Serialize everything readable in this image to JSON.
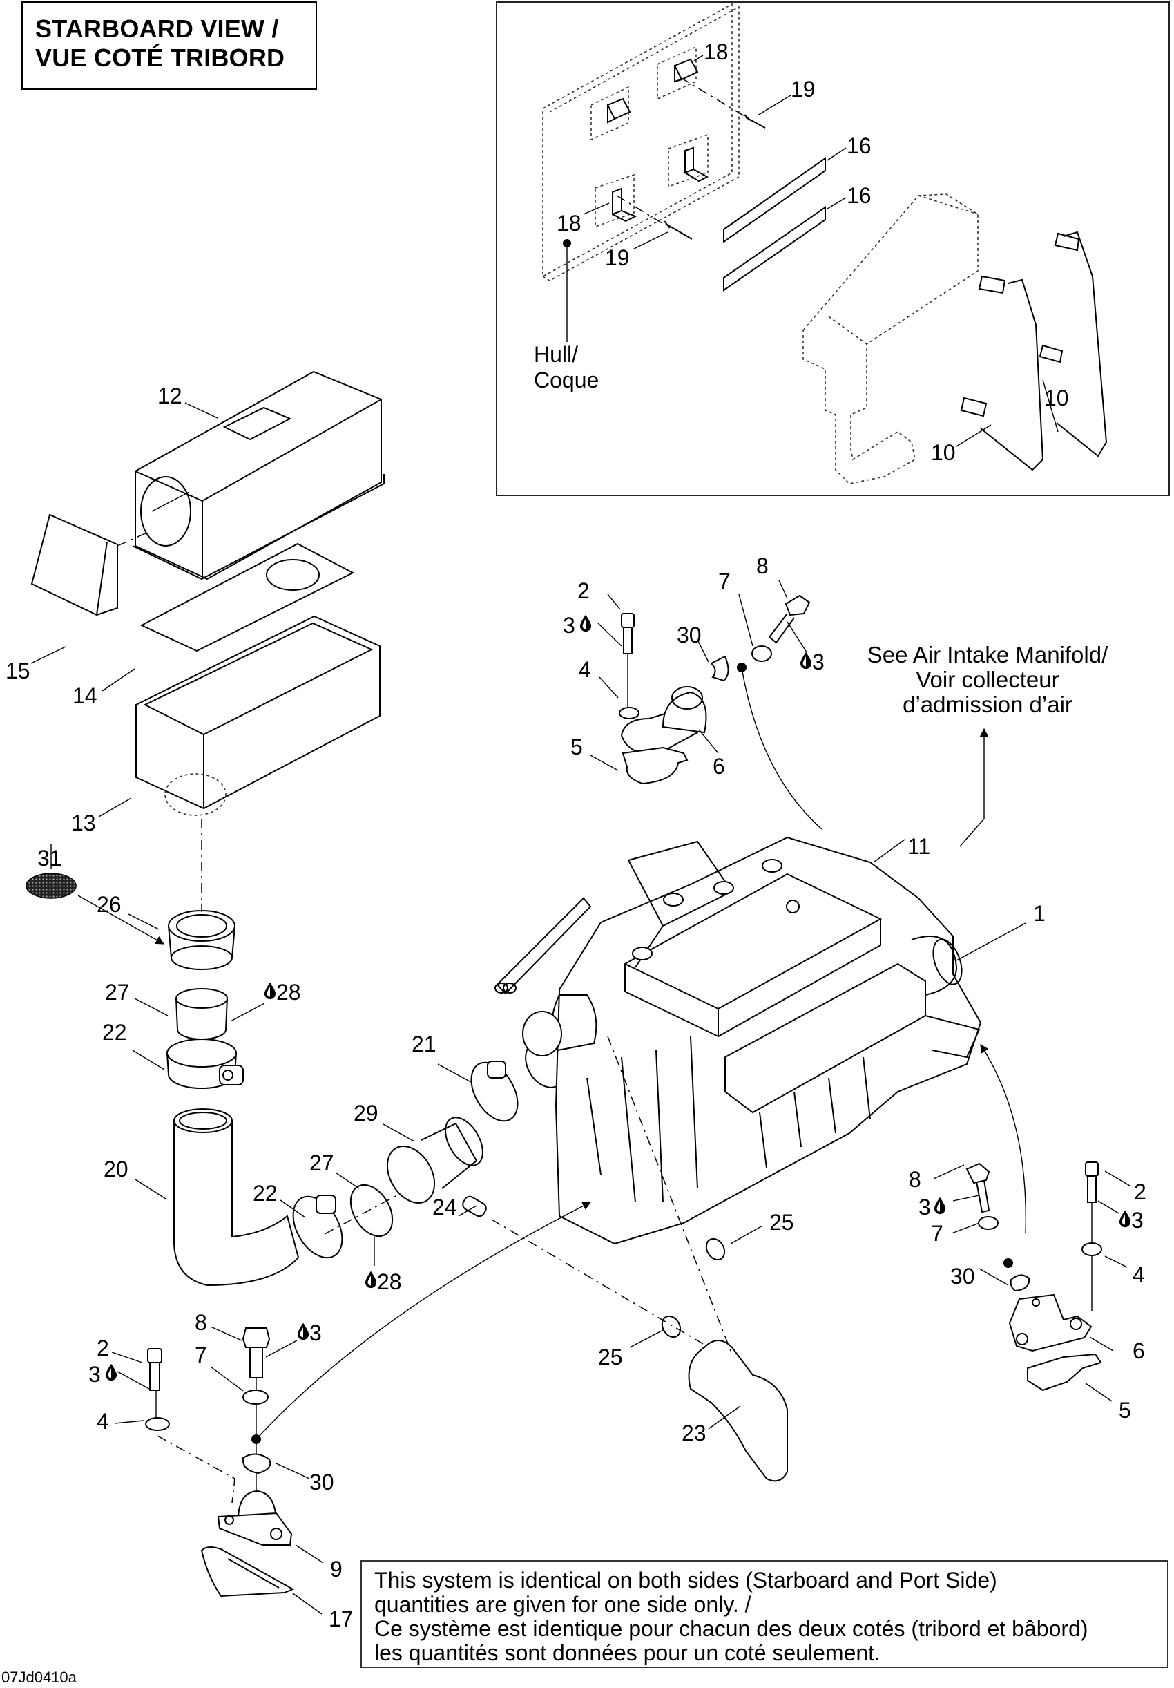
{
  "title": {
    "line1": "STARBOARD VIEW /",
    "line2": "VUE COTÉ TRIBORD"
  },
  "inset": {
    "hull_label_line1": "Hull/",
    "hull_label_line2": "Coque",
    "callouts": [
      "18",
      "19",
      "16",
      "16",
      "18",
      "19",
      "10",
      "10"
    ]
  },
  "reference_note": {
    "line1": "See Air Intake Manifold/",
    "line2": "Voir collecteur",
    "line3": "d’admission d’air"
  },
  "footer_note": {
    "line1": "This system is identical on both sides (Starboard and Port Side)",
    "line2": "quantities are given for one side only. /",
    "line3": "Ce système est identique pour chacun des deux cotés (tribord et bâbord)",
    "line4": "les quantités sont données pour un coté seulement."
  },
  "figure_code": "07Jd0410a",
  "sealant_icon": "drop-icon",
  "callouts": {
    "c12": "12",
    "c15": "15",
    "c14": "14",
    "c13": "13",
    "c31": "31",
    "c26": "26",
    "c27a": "27",
    "c28a": "28",
    "c22a": "22",
    "c20": "20",
    "c22b": "22",
    "c27b": "27",
    "c28b": "28",
    "c29": "29",
    "c21": "21",
    "c24": "24",
    "tm_c2": "2",
    "tm_c3": "3",
    "tm_c4": "4",
    "tm_c5": "5",
    "tm_c30": "30",
    "tm_c7": "7",
    "tm_c8": "8",
    "tm_c3b": "3",
    "tm_c6": "6",
    "c11": "11",
    "c1": "1",
    "rm_c8": "8",
    "rm_c3": "3",
    "rm_c7": "7",
    "rm_c30": "30",
    "rm_c2": "2",
    "rm_c3b": "3",
    "rm_c4": "4",
    "rm_c6": "6",
    "rm_c5": "5",
    "c25a": "25",
    "c25b": "25",
    "c23": "23",
    "bm_c8": "8",
    "bm_c3b": "3",
    "bm_c2": "2",
    "bm_c3": "3",
    "bm_c7": "7",
    "bm_c4": "4",
    "bm_c30": "30",
    "bm_c9": "9",
    "bm_c17": "17"
  }
}
